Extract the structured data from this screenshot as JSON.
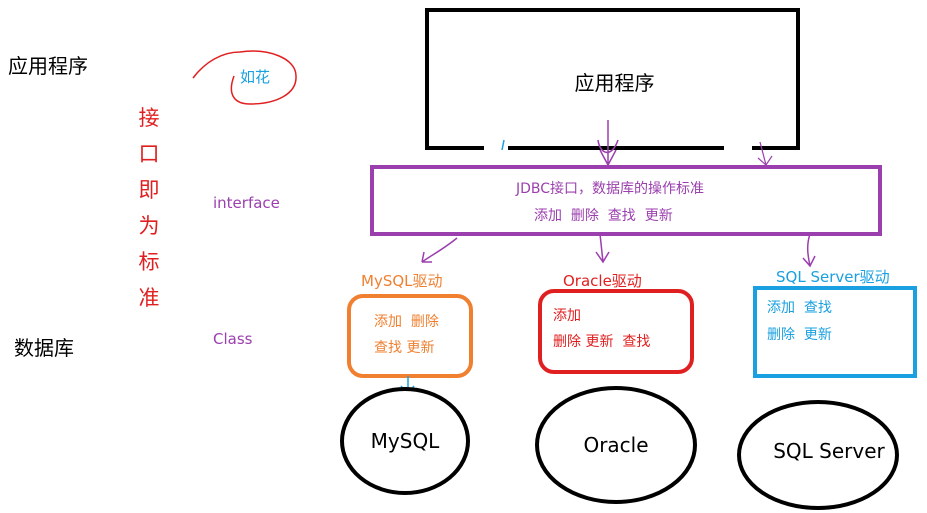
{
  "left": {
    "app_label": "应用程序",
    "db_label": "数据库",
    "vertical_chars": [
      "接",
      "口",
      "即",
      "为",
      "标",
      "准"
    ],
    "ruhua": "如花",
    "interface_label": "interface",
    "class_label": "Class"
  },
  "app_box": {
    "label": "应用程序"
  },
  "jdbc_box": {
    "line1": "JDBC接口，数据库的操作标准",
    "line2": "添加  删除  查找  更新"
  },
  "drivers": [
    {
      "name": "MySQL驱动",
      "line1": "添加  删除",
      "line2": "查找 更新",
      "color": "#f08030"
    },
    {
      "name": "Oracle驱动",
      "line1": "添加",
      "line2": "删除 更新  查找",
      "color": "#e02020"
    },
    {
      "name": "SQL Server驱动",
      "line1": "添加  查找",
      "line2": "删除  更新",
      "color": "#1aa0e0"
    }
  ],
  "databases": [
    {
      "label": "MySQL"
    },
    {
      "label": "Oracle"
    },
    {
      "label": "SQL Server"
    }
  ],
  "colors": {
    "purple": "#9b3fae",
    "black": "#000000",
    "red": "#e02020",
    "orange": "#f08030",
    "blue": "#1aa0e0"
  }
}
